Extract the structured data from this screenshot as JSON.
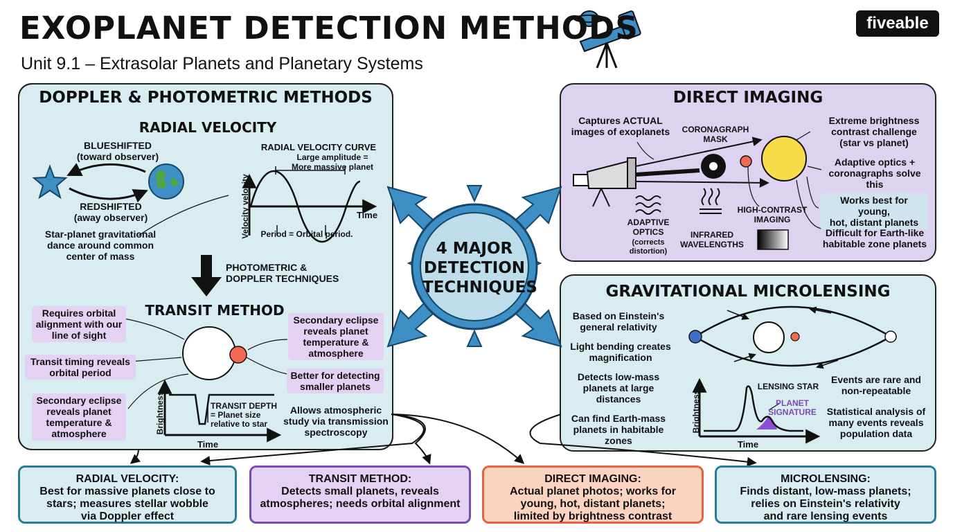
{
  "header": {
    "title": "EXOPLANET DETECTION METHODS",
    "subtitle": "Unit 9.1 – Extrasolar Planets and Planetary Systems",
    "logo_text": "fiveable"
  },
  "left_panel": {
    "heading": "DOPPLER & PHOTOMETRIC METHODS",
    "radial_velocity": {
      "heading": "RADIAL VELOCITY",
      "blueshift": "BLUESHIFTED\n(toward observer)",
      "redshift": "REDSHIFTED\n(away observer)",
      "dance": "Star-planet gravitational\ndance around common\ncenter of mass",
      "curve_title": "RADIAL VELOCITY CURVE",
      "amplitude": "Large amplitude =\nMore massive planet",
      "y_axis": "Velocity velocity",
      "x_axis": "Time",
      "period": "Period = Orbital period."
    },
    "arrow_label": "PHOTOMETRIC &\nDOPPLER TECHNIQUES",
    "transit": {
      "heading": "TRANSIT METHOD",
      "requires": "Requires orbital\nalignment with our\nline of sight",
      "timing": "Transit timing reveals\norbital period",
      "secondary_left": "Secondary eclipse\nreveals planet\ntemperature &\natmosphere",
      "secondary_right": "Secondary eclipse\nreveals planet\ntemperature &\natmosphere",
      "smaller": "Better for detecting\nsmaller planets",
      "atmospheric": "Allows atmospheric\nstudy via transmission\nspectroscopy",
      "y_axis": "Brightness",
      "x_axis": "Time",
      "depth": "TRANSIT DEPTH\n= Planet size\nrelative to star"
    }
  },
  "center": {
    "label": "4 MAJOR\nDETECTION\nTECHNIQUES"
  },
  "direct_imaging": {
    "heading": "DIRECT IMAGING",
    "captures": "Captures ACTUAL\nimages of exoplanets",
    "coronagraph": "CORONAGRAPH\nMASK",
    "contrast": "Extreme brightness\ncontrast challenge\n(star vs planet)",
    "adaptive_solve": "Adaptive optics +\ncoronagraphs solve\nthis",
    "young": "Works best for young,\nhot, distant planets",
    "difficult": "Difficult for Earth-like\nhabitable zone planets",
    "adaptive": "ADAPTIVE\nOPTICS",
    "corrects": "(corrects\ndistortion)",
    "infrared": "INFRARED\nWAVELENGTHS",
    "high_contrast": "HIGH-CONTRAST\nIMAGING"
  },
  "microlensing": {
    "heading": "GRAVITATIONAL MICROLENSING",
    "einstein": "Based on Einstein's\ngeneral relativity",
    "bending": "Light bending creates\nmagnification",
    "lowmass": "Detects low-mass\nplanets at large\ndistances",
    "earthmass": "Can find Earth-mass\nplanets in habitable\nzones",
    "rare": "Events are rare and\nnon-repeatable",
    "statistical": "Statistical analysis of\nmany events reveals\npopulation data",
    "lensing_star": "LENSING STAR",
    "planet_signature": "PLANET\nSIGNATURE",
    "y_axis": "Brightness",
    "x_axis": "Time"
  },
  "summary": {
    "rv": {
      "title": "RADIAL VELOCITY:",
      "text": "Best for massive planets close to\nstars; measures stellar wobble\nvia Doppler effect"
    },
    "transit": {
      "title": "TRANSIT METHOD:",
      "text": "Detects small planets, reveals\natmospheres; needs orbital alignment"
    },
    "direct": {
      "title": "DIRECT IMAGING:",
      "text": "Actual planet photos; works for\nyoung, hot, distant planets;\nlimited by brightness contrast"
    },
    "micro": {
      "title": "MICROLENSING:",
      "text": "Finds distant, low-mass planets;\nrelies on Einstein's relativity\nand rare lensing events"
    }
  },
  "colors": {
    "blue_panel": "#d9edf0",
    "purple_panel": "#ddd3f1",
    "highlight": "#e3d2f3",
    "star_yellow": "#f9dc4a",
    "planet_red": "#f06a50",
    "arrow_blue": "#3d8fc5"
  }
}
